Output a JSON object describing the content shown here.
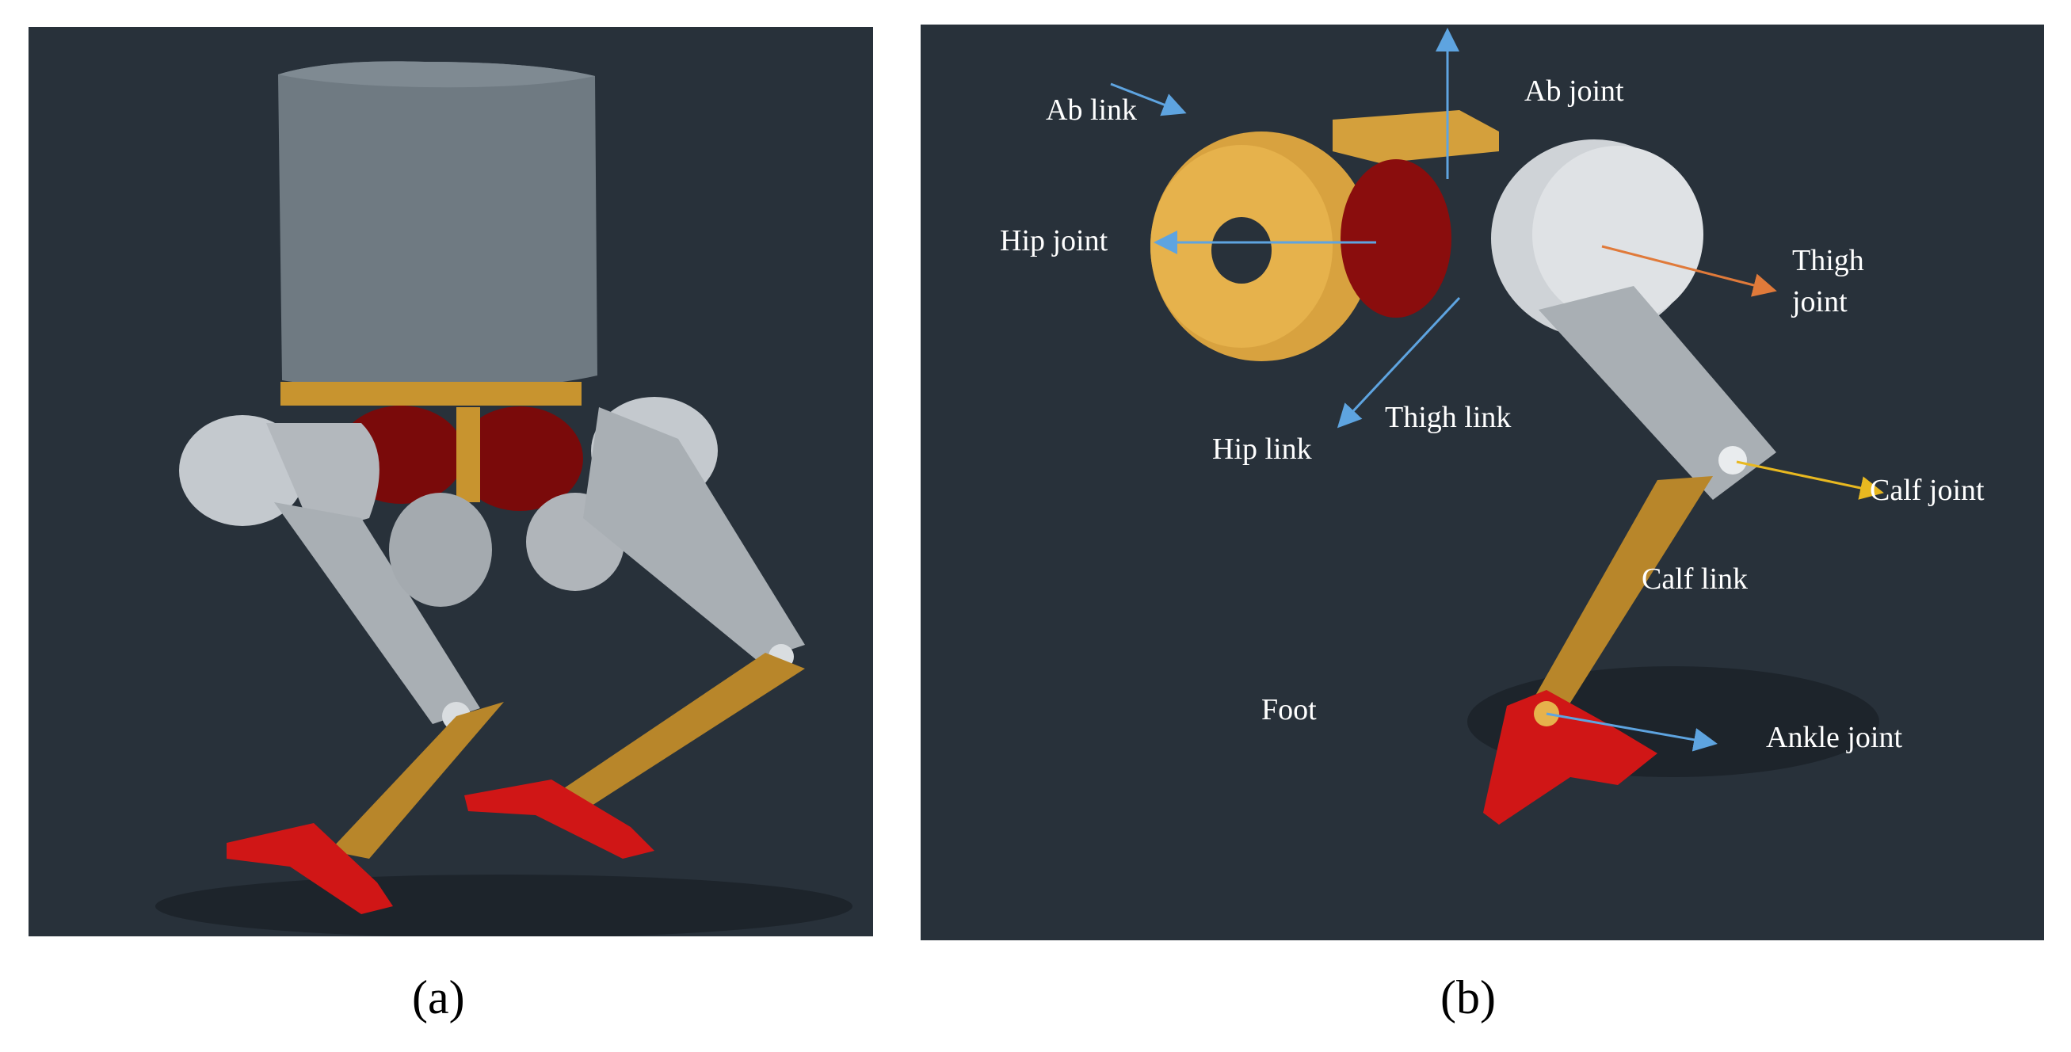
{
  "panel_a": {
    "caption": "(a)"
  },
  "panel_b": {
    "caption": "(b)",
    "labels": {
      "ab_link": "Ab link",
      "ab_joint": "Ab joint",
      "hip_joint": "Hip joint",
      "thigh_joint_1": "Thigh",
      "thigh_joint_2": "joint",
      "thigh_link": "Thigh link",
      "hip_link": "Hip link",
      "calf_joint": "Calf joint",
      "calf_link": "Calf link",
      "foot": "Foot",
      "ankle_joint": "Ankle joint"
    }
  },
  "colors": {
    "background": "#28313a",
    "gray_part": "#b9bec3",
    "gold_part": "#d4a03c",
    "red_part": "#d01616",
    "dark_red_motor": "#7a0a0a",
    "arrow_blue": "#5ea4e0",
    "arrow_orange": "#e07a3a",
    "arrow_yellow": "#e8b820"
  }
}
